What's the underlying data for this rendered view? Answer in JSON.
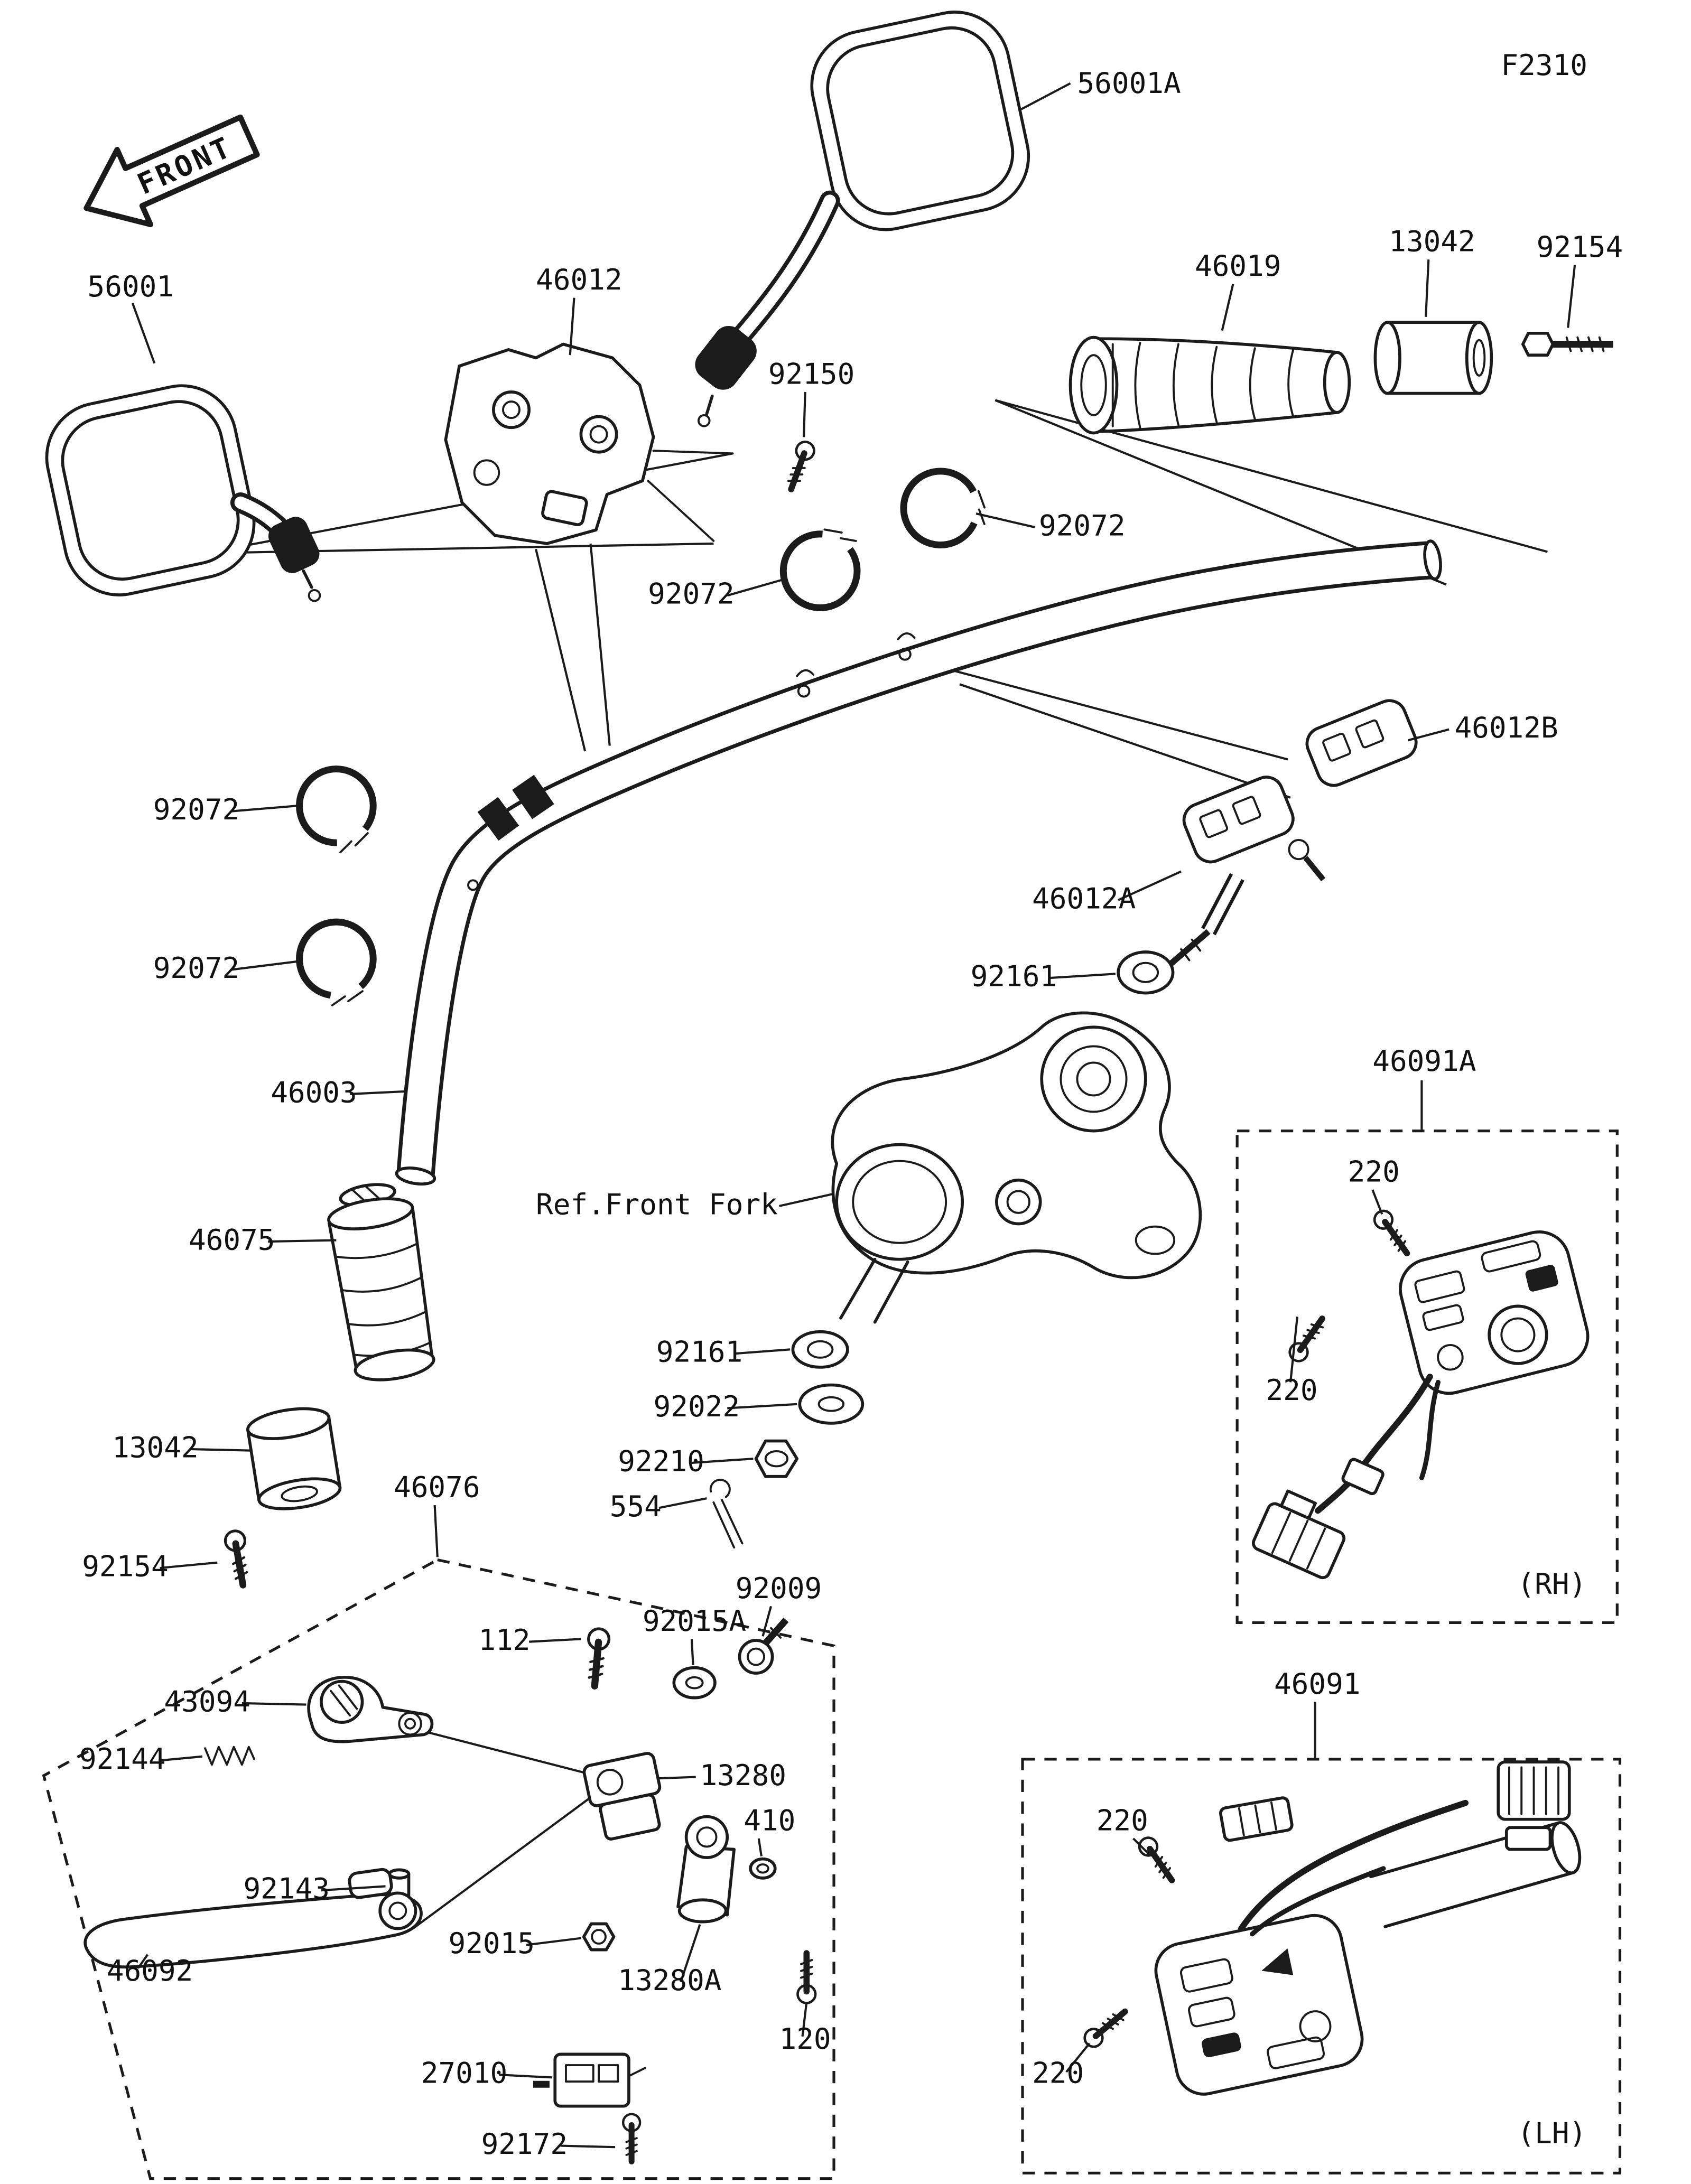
{
  "meta": {
    "page_code": "F2310",
    "diagram_subject": "Handlebar parts diagram"
  },
  "colors": {
    "line": "#1b1b1b",
    "background": "#ffffff"
  },
  "labels": {
    "f2310": "F2310",
    "front": "FRONT",
    "m56001a": "56001A",
    "m56001": "56001",
    "p46012": "46012",
    "p92150": "92150",
    "p46019": "46019",
    "p13042": "13042",
    "p92154": "92154",
    "p92072": "92072",
    "p46012b": "46012B",
    "p46012a": "46012A",
    "p92161": "92161",
    "p46003": "46003",
    "p46075": "46075",
    "ref_front_fork": "Ref.Front Fork",
    "p46091a": "46091A",
    "p220": "220",
    "rh": "(RH)",
    "lh": "(LH)",
    "p92022": "92022",
    "p92210": "92210",
    "p554": "554",
    "p46076": "46076",
    "p112": "112",
    "p92015a": "92015A",
    "p92009": "92009",
    "p43094": "43094",
    "p92144": "92144",
    "p13280": "13280",
    "p410": "410",
    "p92143": "92143",
    "p92015": "92015",
    "p46092": "46092",
    "p13280a": "13280A",
    "p120": "120",
    "p27010": "27010",
    "p92172": "92172",
    "p46091": "46091"
  }
}
